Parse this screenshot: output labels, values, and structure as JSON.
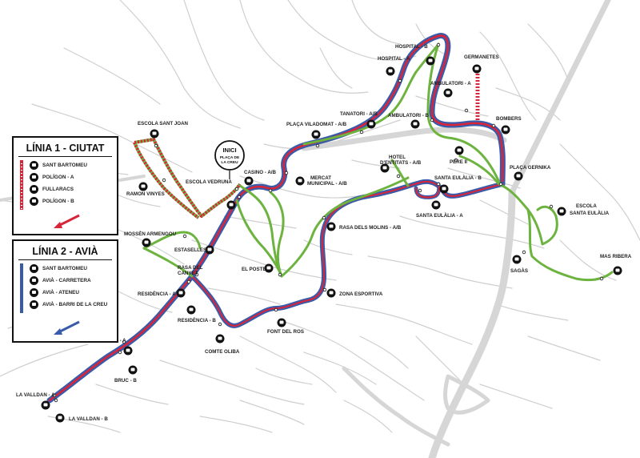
{
  "colors": {
    "street": "#c9c9c9",
    "road": "#d8d8d8",
    "line1_red": "#d9253a",
    "line1_green": "#6db33f",
    "line2_blue": "#3a5ba9",
    "line2_outline": "#1f3f8a",
    "stop_black": "#111111"
  },
  "start": {
    "title": "INICI",
    "subtitle_1": "PLAÇA DE",
    "subtitle_2": "LA CREU"
  },
  "legend_line1": {
    "title": "LÍNIA 1 - CIUTAT",
    "items": [
      {
        "label": "SANT BARTOMEU",
        "style": "red-solid"
      },
      {
        "label": "POLÍGON - A",
        "style": "green-solid"
      },
      {
        "label": "FULLARACS",
        "style": "green-solid"
      },
      {
        "label": "POLÍGON - B",
        "style": "red-dotted"
      }
    ]
  },
  "legend_line2": {
    "title": "LÍNIA 2 - AVIÀ",
    "items": [
      {
        "label": "SANT BARTOMEU",
        "style": "blue"
      },
      {
        "label": "AVIÀ - CARRETERA",
        "style": "blue"
      },
      {
        "label": "AVIÀ - ATENEU",
        "style": "blue"
      },
      {
        "label": "AVIÀ - BARRI DE LA CREU",
        "style": "blue"
      }
    ]
  },
  "stops": [
    {
      "name": "HOSPITAL - B"
    },
    {
      "name": "HOSPITAL - A"
    },
    {
      "name": "GERMANETES"
    },
    {
      "name": "AMBULATORI - A"
    },
    {
      "name": "AMBULATORI - B"
    },
    {
      "name": "BOMBERS"
    },
    {
      "name": "TANATORI - A/B"
    },
    {
      "name": "PLAÇA VILADOMAT - A/B"
    },
    {
      "name": "ESCOLA SANT JOAN"
    },
    {
      "name": "CASINO - A/B"
    },
    {
      "name": "MERCAT"
    },
    {
      "name": "MUNICIPAL - A/B"
    },
    {
      "name": "HOTEL"
    },
    {
      "name": "D'ENTITATS - A/B"
    },
    {
      "name": "PERE II"
    },
    {
      "name": "SANTA EULÀLIA - B"
    },
    {
      "name": "SANTA EULÀLIA - A"
    },
    {
      "name": "PLAÇA GERNIKA"
    },
    {
      "name": "ESCOLA"
    },
    {
      "name": "SANTA EULÀLIA"
    },
    {
      "name": "MAS RIBERA"
    },
    {
      "name": "SAGÀS"
    },
    {
      "name": "RAMON VINYES"
    },
    {
      "name": "ESCOLA VEDRUNA"
    },
    {
      "name": "MOSSÈN ARMENGOU"
    },
    {
      "name": "ESTASELLES"
    },
    {
      "name": "RASA DELS MOLINS - A/B"
    },
    {
      "name": "RASA DEL"
    },
    {
      "name": "CANYET"
    },
    {
      "name": "EL POSTE"
    },
    {
      "name": "RESIDÈNCIA - A"
    },
    {
      "name": "RESIDÈNCIA - B"
    },
    {
      "name": "ZONA ESPORTIVA"
    },
    {
      "name": "FONT DEL ROS"
    },
    {
      "name": "COMTE OLIBA"
    },
    {
      "name": "BRUC - A"
    },
    {
      "name": "BRUC - B"
    },
    {
      "name": "LA VALLDAN - A"
    },
    {
      "name": "LA VALLDAN - B"
    }
  ]
}
